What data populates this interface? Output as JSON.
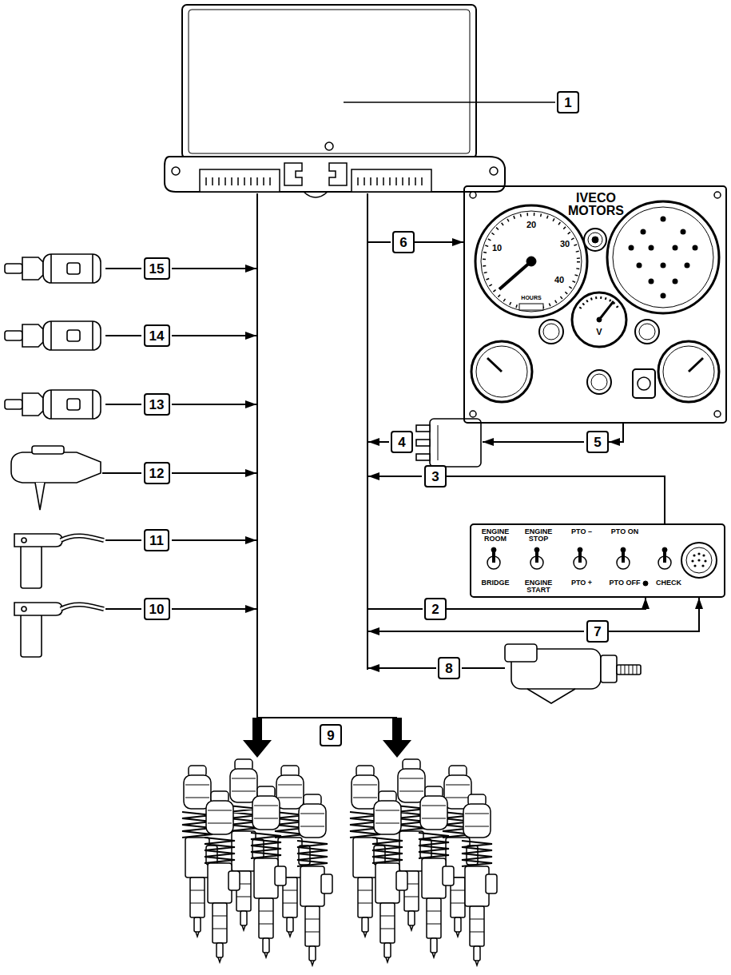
{
  "diagram": {
    "nodes": [
      {
        "text": [
          "1"
        ]
      },
      {
        "text": [
          "IVECO MOTORS"
        ]
      },
      {
        "text": [
          "6"
        ]
      },
      {
        "text": [
          "4"
        ]
      },
      {
        "text": [
          "5"
        ]
      },
      {
        "text": [
          "3"
        ]
      },
      {
        "text": [
          "ENGINE ROOM",
          "BRIDGE",
          "ENGINE STOP",
          "ENGINE START",
          "PTO –",
          "PTO +",
          "PTO ON",
          "PTO OFF",
          "CHECK"
        ]
      },
      {
        "text": [
          "2"
        ]
      },
      {
        "text": [
          "7"
        ]
      },
      {
        "text": [
          "8"
        ]
      },
      {
        "text": [
          "15"
        ]
      },
      {
        "text": [
          "14"
        ]
      },
      {
        "text": [
          "13"
        ]
      },
      {
        "text": [
          "12"
        ]
      },
      {
        "text": [
          "11"
        ]
      },
      {
        "text": [
          "10"
        ]
      },
      {
        "text": [
          "9"
        ]
      }
    ],
    "edges": [
      {
        "from": 2,
        "to": 1,
        "arrow": "to"
      },
      {
        "from": 1,
        "to": 4,
        "arrow": "to"
      },
      {
        "from": 6,
        "to": 5,
        "arrow": "none"
      },
      {
        "from": 7,
        "to": 6,
        "arrow": "to"
      },
      {
        "from": 8,
        "to": 6,
        "arrow": "to"
      }
    ],
    "labels": [
      "10",
      "20",
      "30",
      "40",
      "HOURS",
      "V"
    ]
  }
}
